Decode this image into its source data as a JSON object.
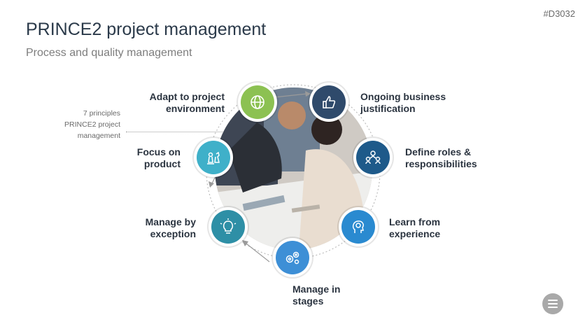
{
  "doc_id": "#D3032",
  "title": "PRINCE2 project management",
  "subtitle": "Process and quality management",
  "side_note": [
    "7 principles",
    "PRINCE2 project",
    "management"
  ],
  "principles": [
    {
      "label": "Adapt to project\nenvironment",
      "color": "#8cc152",
      "icon": "globe-icon"
    },
    {
      "label": "Ongoing business\njustification",
      "color": "#2f4a6b",
      "icon": "thumbs-up-icon"
    },
    {
      "label": "Define roles &\nresponsibilities",
      "color": "#1e5a8a",
      "icon": "team-icon"
    },
    {
      "label": "Learn from\nexperience",
      "color": "#2a8ad0",
      "icon": "brain-icon"
    },
    {
      "label": "Manage in\nstages",
      "color": "#3d8fd6",
      "icon": "gears-icon"
    },
    {
      "label": "Manage by\nexception",
      "color": "#2e8fa6",
      "icon": "lightbulb-icon"
    },
    {
      "label": "Focus on\nproduct",
      "color": "#3fb0c9",
      "icon": "chess-icon"
    }
  ]
}
